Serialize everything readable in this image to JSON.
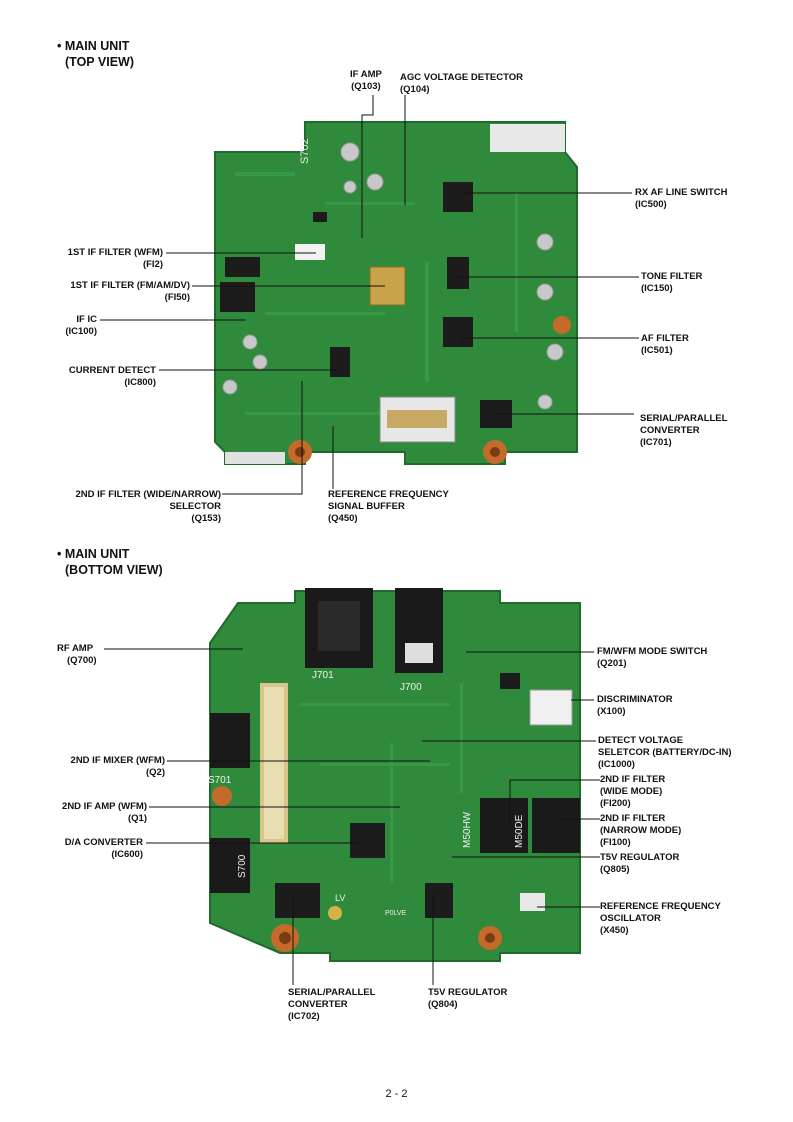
{
  "top": {
    "heading": [
      "• MAIN UNIT",
      "(TOP VIEW)"
    ],
    "labels": {
      "ifamp": [
        "IF AMP",
        "(Q103)"
      ],
      "agc": [
        "AGC VOLTAGE DETECTOR",
        "(Q104)"
      ],
      "rxaf": [
        "RX AF LINE SWITCH",
        "(IC500)"
      ],
      "fi2": [
        "1ST IF FILTER (WFM)",
        "(FI2)"
      ],
      "fi50": [
        "1ST IF FILTER (FM/AM/DV)",
        "(FI50)"
      ],
      "tone": [
        "TONE FILTER",
        "(IC150)"
      ],
      "ific": [
        "IF IC",
        "(IC100)"
      ],
      "af": [
        "AF FILTER",
        "(IC501)"
      ],
      "curdet": [
        "CURRENT DETECT",
        "(IC800)"
      ],
      "spc": [
        "SERIAL/PARALLEL",
        "CONVERTER",
        "(IC701)"
      ],
      "sel": [
        "2ND IF FILTER (WIDE/NARROW)",
        "SELECTOR",
        "(Q153)"
      ],
      "refbuf": [
        "REFERENCE FREQUENCY",
        "SIGNAL BUFFER",
        "(Q450)"
      ]
    },
    "silkscreen": [
      "S702"
    ]
  },
  "bottom": {
    "heading": [
      "• MAIN UNIT",
      "(BOTTOM VIEW)"
    ],
    "labels": {
      "rfamp": [
        "RF AMP",
        "(Q700)"
      ],
      "fmsw": [
        "FM/WFM MODE SWITCH",
        "(Q201)"
      ],
      "disc": [
        "DISCRIMINATOR",
        "(X100)"
      ],
      "detv": [
        "DETECT VOLTAGE",
        "SELETCOR (BATTERY/DC-IN)",
        "(IC1000)"
      ],
      "mixer": [
        "2ND IF MIXER (WFM)",
        "(Q2)"
      ],
      "fi200": [
        "2ND IF FILTER",
        "(WIDE MODE)",
        "(FI200)"
      ],
      "ifamp2": [
        "2ND IF AMP (WFM)",
        "(Q1)"
      ],
      "fi100": [
        "2ND IF FILTER",
        "(NARROW MODE)",
        "(FI100)"
      ],
      "da": [
        "D/A CONVERTER",
        "(IC600)"
      ],
      "t5v805": [
        "T5V REGULATOR",
        "(Q805)"
      ],
      "refosc": [
        "REFERENCE FREQUENCY",
        "OSCILLATOR",
        "(X450)"
      ],
      "spc702": [
        "SERIAL/PARALLEL",
        "CONVERTER",
        "(IC702)"
      ],
      "t5v804": [
        "T5V REGULATOR",
        "(Q804)"
      ]
    },
    "silkscreen": [
      "J701",
      "J700",
      "S701",
      "S700",
      "M50HW",
      "M50DE",
      "LV",
      "P0LVE"
    ]
  },
  "page_number": "2 - 2",
  "colors": {
    "pcb": "#2f8a3c",
    "pcb_dark": "#1f6b2c",
    "ic": "#1c1c1c",
    "pad": "#c8c8c8",
    "copper": "#c46a2a"
  }
}
